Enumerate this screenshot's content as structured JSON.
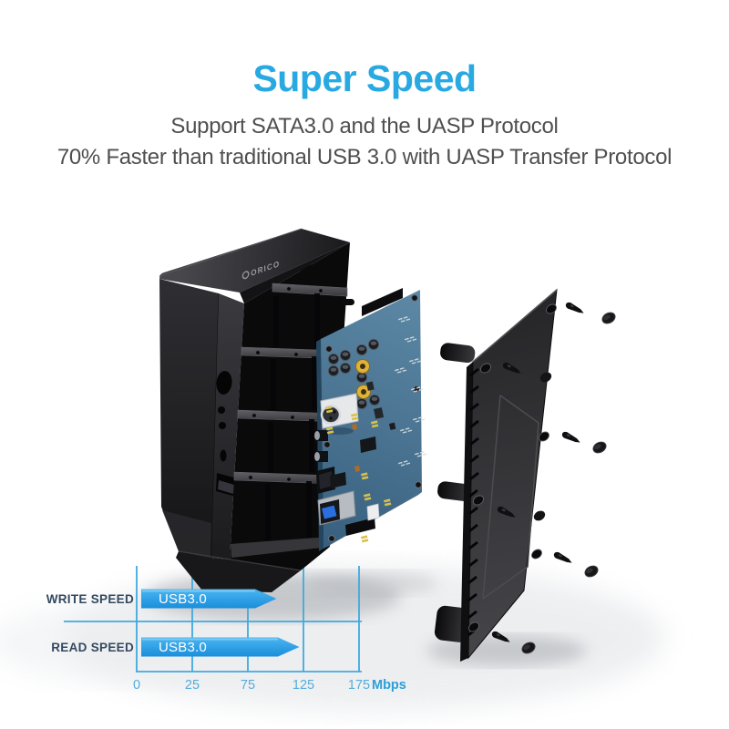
{
  "header": {
    "title": "Super Speed",
    "subtitle_line1": "Support SATA3.0 and the UASP Protocol",
    "subtitle_line2": "70% Faster than traditional USB 3.0 with UASP Transfer Protocol",
    "title_color": "#29a9e2",
    "subtitle_color": "#4f4f4f"
  },
  "product": {
    "brand_logo": "ORICO"
  },
  "chart": {
    "rows": [
      {
        "label": "WRITE SPEED",
        "bar_label": "USB3.0"
      },
      {
        "label": "READ SPEED",
        "bar_label": "USB3.0"
      }
    ],
    "ticks": [
      "0",
      "25",
      "75",
      "125",
      "175"
    ],
    "unit": "Mbps",
    "bar_color": "#1e97e4",
    "grid_color": "#41a9de",
    "label_color": "#33495f",
    "tick_color": "#54acdc"
  },
  "chart_data": {
    "type": "bar",
    "orientation": "horizontal",
    "categories": [
      "WRITE SPEED",
      "READ SPEED"
    ],
    "series": [
      {
        "name": "USB3.0",
        "values": [
          100,
          120
        ]
      }
    ],
    "unit": "Mbps",
    "x_ticks": [
      0,
      25,
      75,
      125,
      175
    ],
    "xlabel": "Mbps",
    "grid": true,
    "note": "x ticks are equally spaced but non-linear (0,25,75,125,175)"
  }
}
